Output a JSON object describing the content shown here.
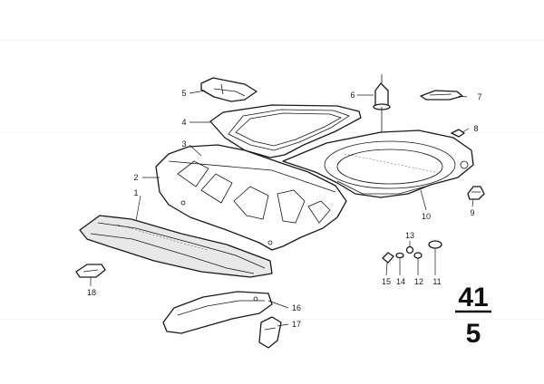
{
  "callouts": [
    {
      "id": "1",
      "text": "1"
    },
    {
      "id": "2",
      "text": "2"
    },
    {
      "id": "3",
      "text": "3"
    },
    {
      "id": "4",
      "text": "4"
    },
    {
      "id": "5",
      "text": "5"
    },
    {
      "id": "6",
      "text": "6"
    },
    {
      "id": "7",
      "text": "7"
    },
    {
      "id": "8",
      "text": "8"
    },
    {
      "id": "9",
      "text": "9"
    },
    {
      "id": "10",
      "text": "10"
    },
    {
      "id": "11",
      "text": "11"
    },
    {
      "id": "12",
      "text": "12"
    },
    {
      "id": "13",
      "text": "13"
    },
    {
      "id": "14",
      "text": "14"
    },
    {
      "id": "15",
      "text": "15"
    },
    {
      "id": "16",
      "text": "16"
    },
    {
      "id": "17",
      "text": "17"
    },
    {
      "id": "18",
      "text": "18"
    }
  ],
  "group_number": {
    "main": "41",
    "sub": "5"
  }
}
